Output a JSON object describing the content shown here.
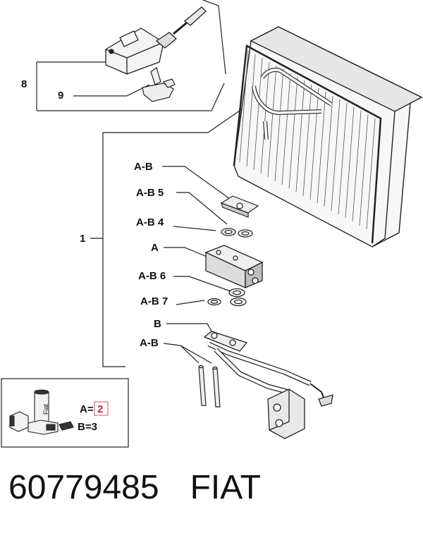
{
  "callouts": {
    "c8": "8",
    "c9": "9",
    "c1": "1",
    "ab_top": "A-B",
    "ab5": "A-B 5",
    "ab4": "A-B 4",
    "a": "A",
    "ab6": "A-B 6",
    "ab7": "A-B 7",
    "b": "B",
    "ab_bottom": "A-B"
  },
  "legend": {
    "can_label": "Fiat",
    "a_text": "A=",
    "a_value": "2",
    "b_text": "B=3"
  },
  "footer": {
    "part_number": "60779485",
    "brand": "FIAT"
  },
  "colors": {
    "line": "#222222",
    "highlight_box": "#e07070"
  }
}
